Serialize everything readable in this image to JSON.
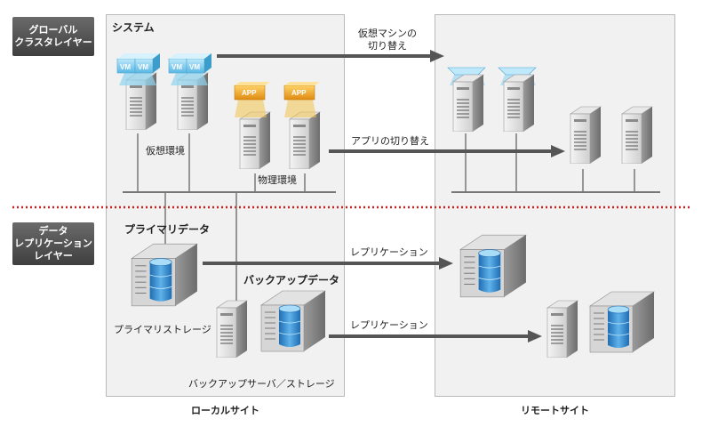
{
  "layers": {
    "global_cluster": [
      "グローバル",
      "クラスタレイヤー"
    ],
    "data_replication": [
      "データ",
      "レプリケーション",
      "レイヤー"
    ]
  },
  "local_site": {
    "system_label": "システム",
    "virtual_env_label": "仮想環境",
    "physical_env_label": "物理環境",
    "primary_data_label": "プライマリデータ",
    "primary_storage_label": "プライマリストレージ",
    "backup_data_label": "バックアップデータ",
    "backup_server_label": "バックアップサーバ／ストレージ",
    "site_label": "ローカルサイト",
    "vm_badge": "VM",
    "app_badge": "APP"
  },
  "remote_site": {
    "site_label": "リモートサイト"
  },
  "arrows": {
    "vm_switch": [
      "仮想マシンの",
      "切り替え"
    ],
    "app_switch": "アプリの切り替え",
    "replication_1": "レプリケーション",
    "replication_2": "レプリケーション"
  },
  "colors": {
    "divider": "#cc1f1f",
    "arrow": "#555555",
    "site_bg": "#f1f1f1",
    "vm_blue": "#8fd3f0",
    "app_orange": "#f2a31c",
    "storage_blue": "#2a7fc4"
  }
}
